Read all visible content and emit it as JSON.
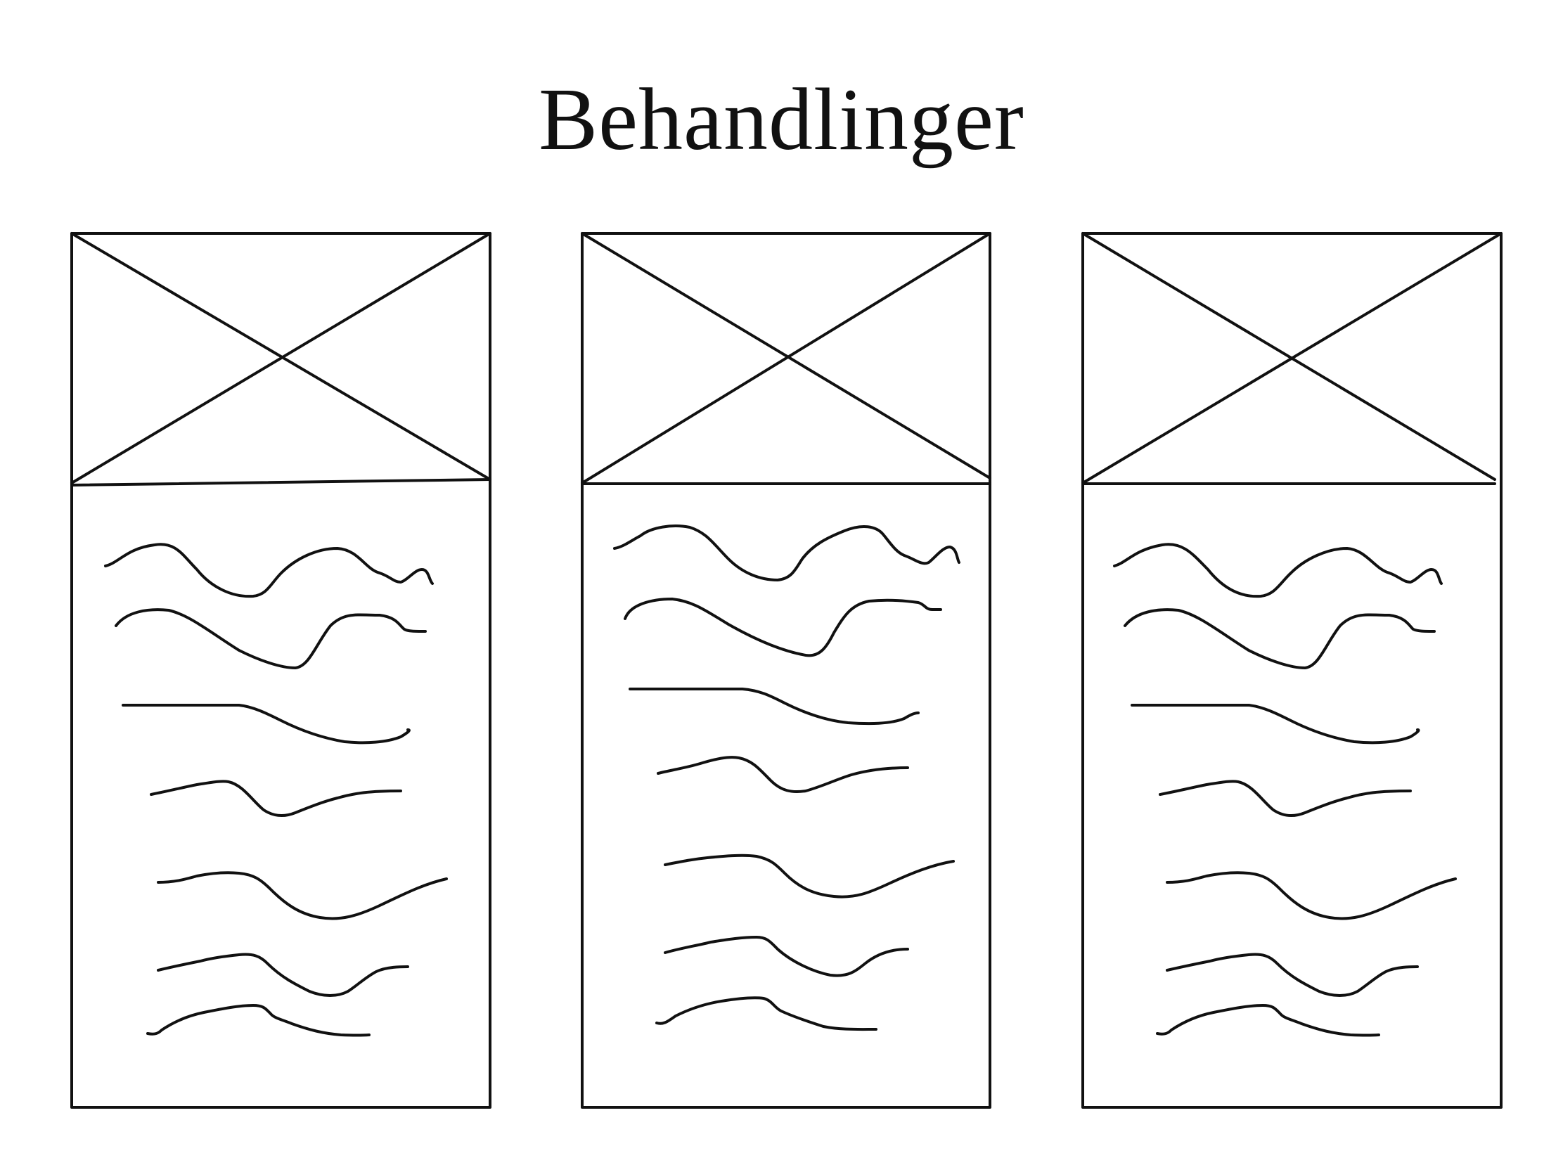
{
  "page": {
    "title": "Behandlinger"
  },
  "cards": [
    {
      "image": "image-placeholder-icon",
      "text": "text-placeholder-squiggles"
    },
    {
      "image": "image-placeholder-icon",
      "text": "text-placeholder-squiggles"
    },
    {
      "image": "image-placeholder-icon",
      "text": "text-placeholder-squiggles"
    }
  ],
  "colors": {
    "background": "#ffffff",
    "ink": "#111111"
  }
}
